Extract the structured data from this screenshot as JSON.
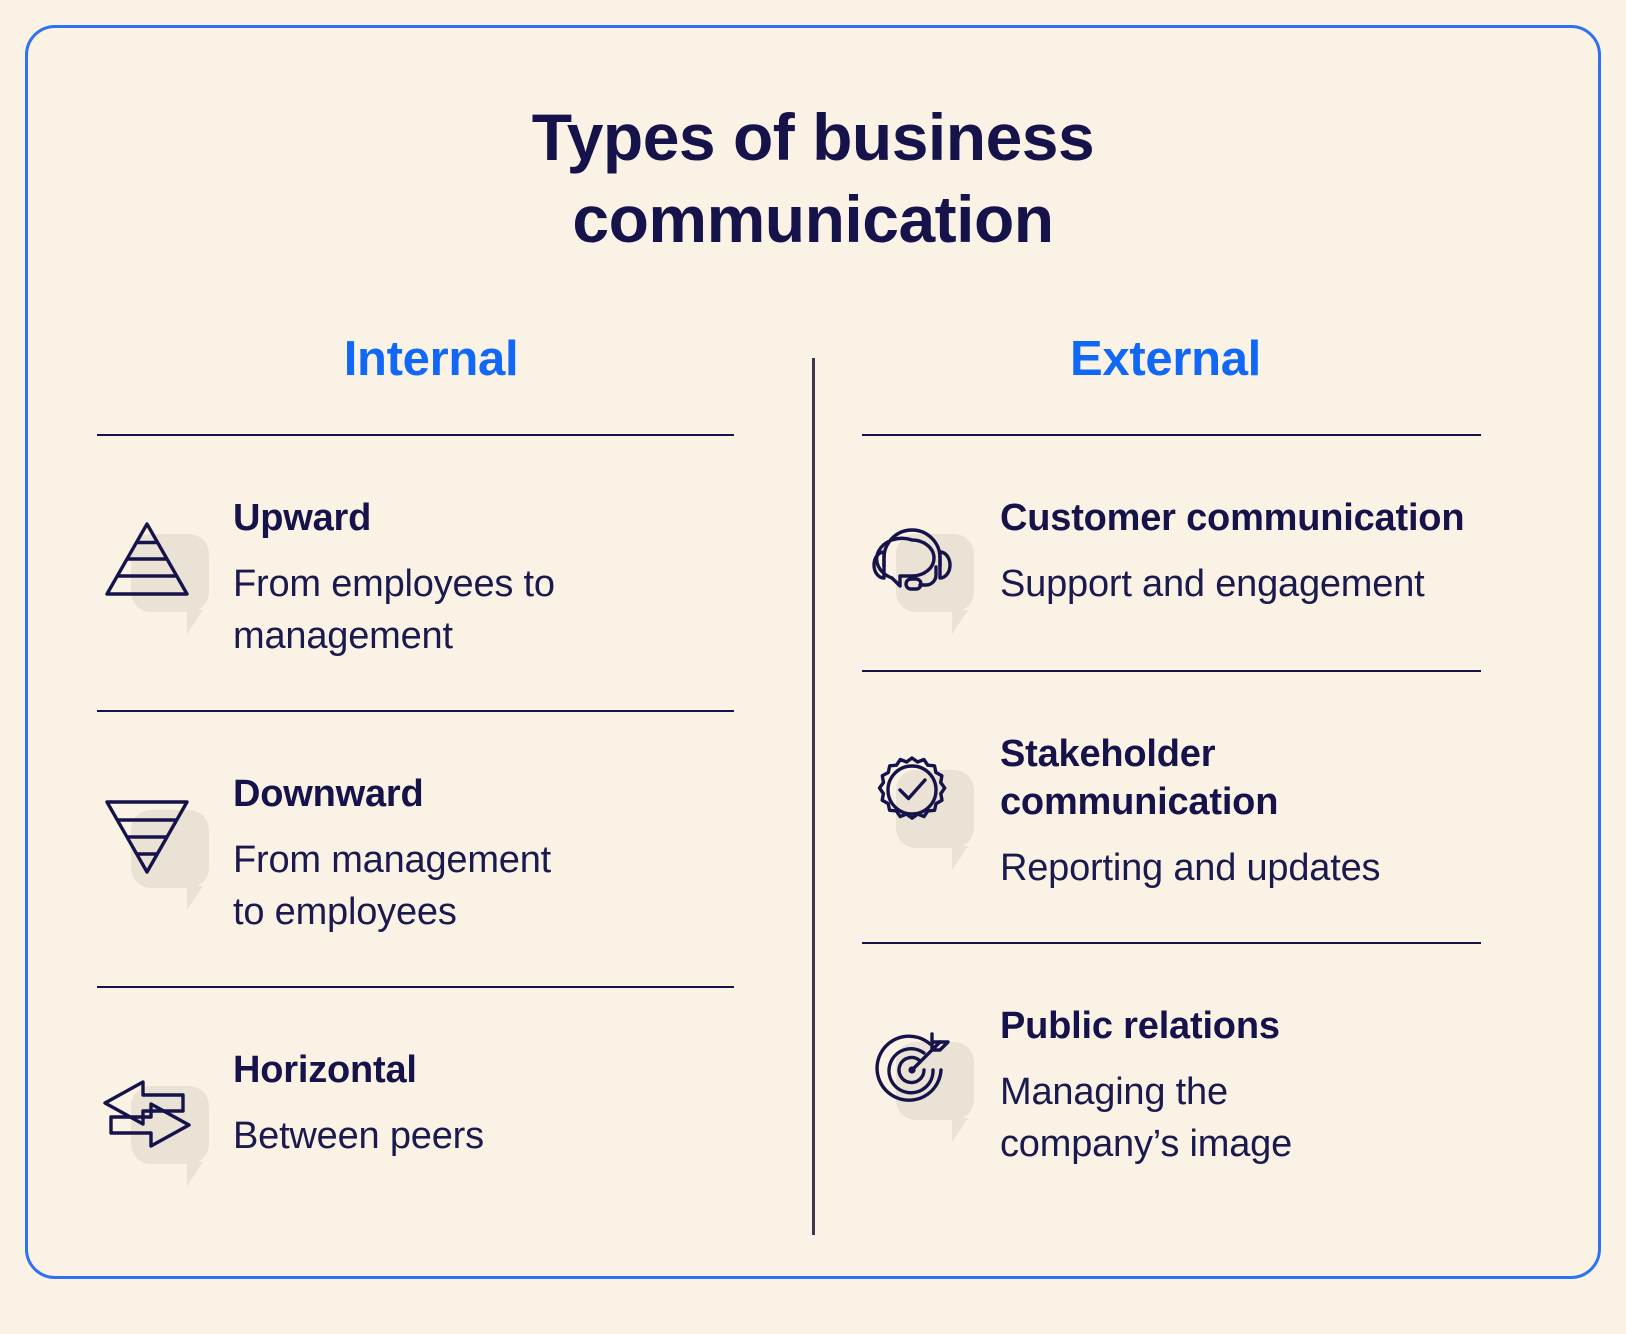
{
  "title": {
    "line1": "Types of business",
    "line2": "communication"
  },
  "colors": {
    "background": "#FAF2E5",
    "border": "#2C72F2",
    "heading_blue": "#1268F6",
    "text_navy": "#16124A",
    "icon_bubble": "#EAE2D5",
    "divider": "#16124A",
    "vertical_divider": "#3A3A4C"
  },
  "columns": [
    {
      "heading": "Internal",
      "items": [
        {
          "icon": "pyramid-up-icon",
          "title": "Upward",
          "desc_lines": [
            "From employees to",
            "management"
          ]
        },
        {
          "icon": "pyramid-down-icon",
          "title": "Downward",
          "desc_lines": [
            "From management",
            "to employees"
          ]
        },
        {
          "icon": "horizontal-arrows-icon",
          "title": "Horizontal",
          "desc_lines": [
            "Between peers"
          ]
        }
      ]
    },
    {
      "heading": "External",
      "items": [
        {
          "icon": "headset-chat-icon",
          "title_lines": [
            "Customer",
            "communication"
          ],
          "desc_lines": [
            "Support and engagement"
          ]
        },
        {
          "icon": "badge-check-icon",
          "title_lines": [
            "Stakeholder",
            "communication"
          ],
          "desc_lines": [
            "Reporting and updates"
          ]
        },
        {
          "icon": "target-arrow-icon",
          "title_lines": [
            "Public relations"
          ],
          "desc_lines": [
            "Managing the",
            "company’s image"
          ]
        }
      ]
    }
  ]
}
